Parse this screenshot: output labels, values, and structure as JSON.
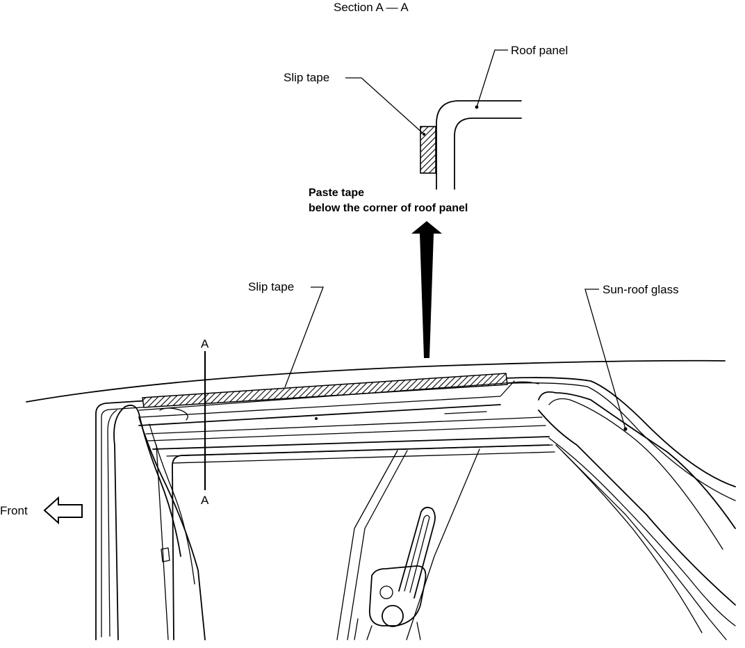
{
  "section_title": "Section A — A",
  "labels": {
    "roof_panel": "Roof panel",
    "slip_tape_section": "Slip tape",
    "paste_line1": "Paste tape",
    "paste_line2": "below the corner of roof panel",
    "slip_tape_main": "Slip tape",
    "sunroof_glass": "Sun-roof glass",
    "section_mark_top": "A",
    "section_mark_bottom": "A",
    "front": "Front"
  },
  "icons": {
    "up_arrow": "up-arrow-icon",
    "front_arrow": "left-outline-arrow-icon"
  }
}
